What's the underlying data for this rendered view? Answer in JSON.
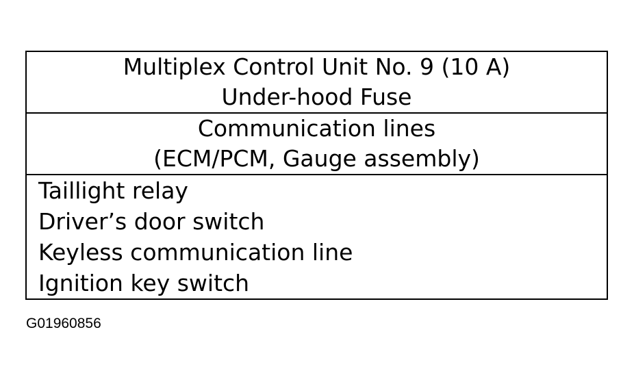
{
  "header": {
    "line1": "Multiplex Control Unit No. 9 (10 A)",
    "line2": "Under-hood Fuse"
  },
  "communication": {
    "line1": "Communication lines",
    "line2": "(ECM/PCM, Gauge assembly)"
  },
  "components": [
    "Taillight relay",
    "Driver’s door switch",
    "Keyless communication line",
    "Ignition key switch"
  ],
  "figure_id": "G01960856"
}
